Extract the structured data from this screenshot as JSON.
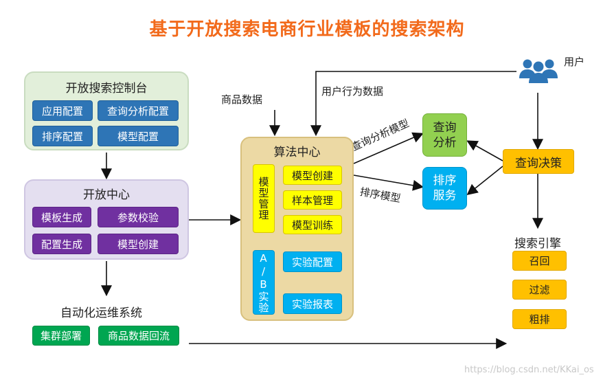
{
  "title": "基于开放搜索电商行业模板的搜索架构",
  "console": {
    "label": "开放搜索控制台",
    "items": [
      "应用配置",
      "查询分析配置",
      "排序配置",
      "模型配置"
    ]
  },
  "open_center": {
    "label": "开放中心",
    "items": [
      "模板生成",
      "参数校验",
      "配置生成",
      "模型创建"
    ]
  },
  "ops": {
    "label": "自动化运维系统",
    "items": [
      "集群部署",
      "商品数据回流"
    ]
  },
  "algo": {
    "label": "算法中心",
    "model_mgmt": "模型管理",
    "model_items": [
      "模型创建",
      "样本管理",
      "模型训练"
    ],
    "ab_test": "A/B实验",
    "ab_items": [
      "实验配置",
      "实验报表"
    ]
  },
  "edges": {
    "product_data": "商品数据",
    "user_behavior": "用户行为数据",
    "query_model": "查询分析模型",
    "rank_model": "排序模型"
  },
  "query_analysis": "查询分析",
  "rank_service": "排序服务",
  "query_decision": "查询决策",
  "user": {
    "label": "用户",
    "icon": "users-icon"
  },
  "search_engine": {
    "label": "搜索引擎",
    "items": [
      "召回",
      "过滤",
      "粗排"
    ]
  },
  "watermark": "https://blog.csdn.net/KKai_os"
}
